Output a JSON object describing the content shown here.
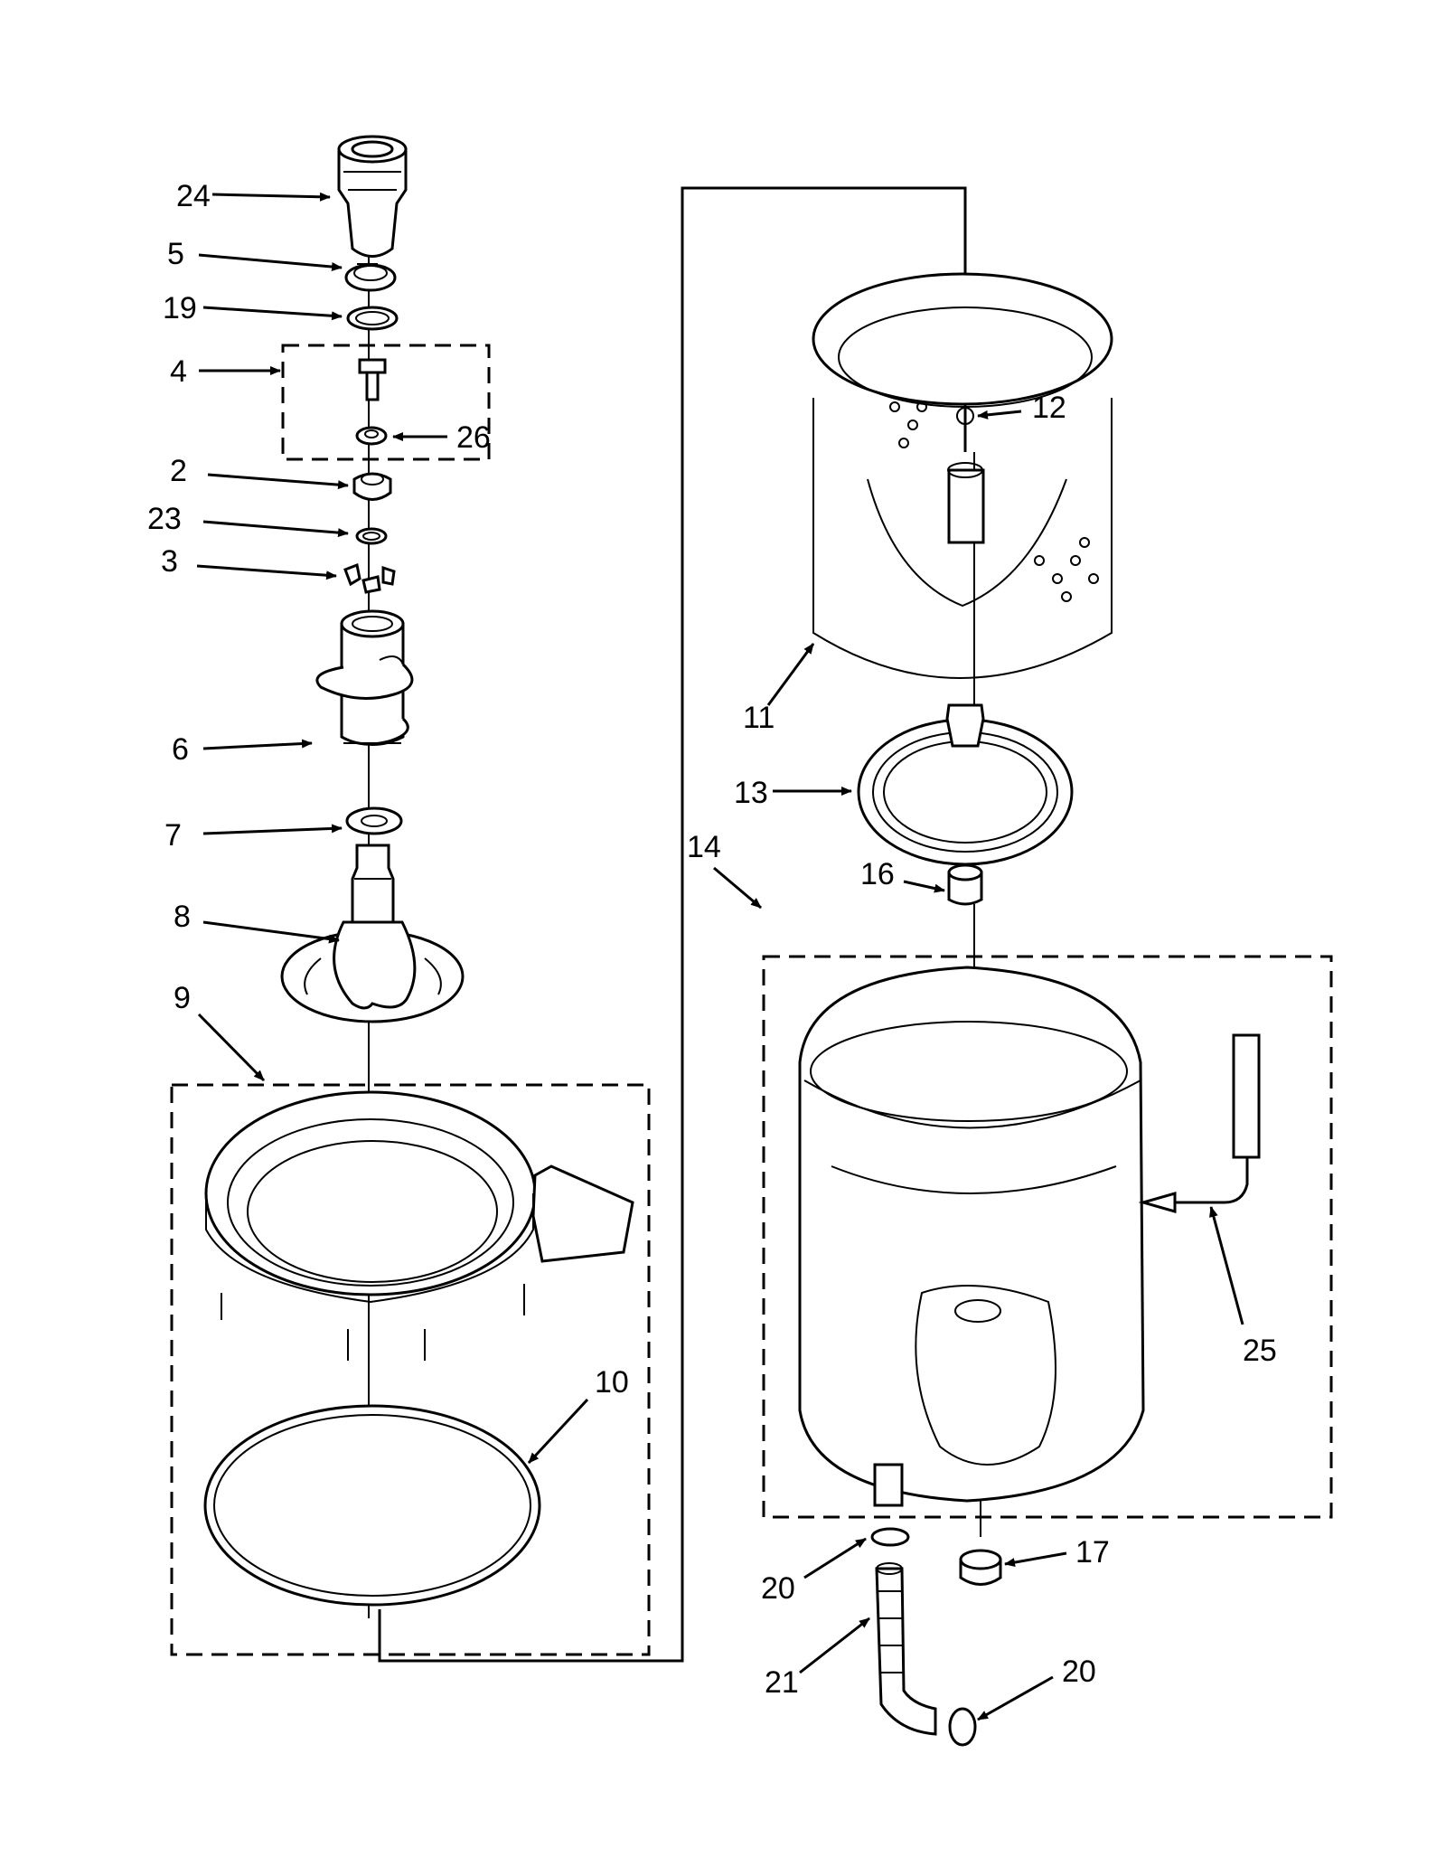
{
  "diagram": {
    "labels": {
      "p24": "24",
      "p5": "5",
      "p19": "19",
      "p4": "4",
      "p26": "26",
      "p2": "2",
      "p23": "23",
      "p3": "3",
      "p6": "6",
      "p7": "7",
      "p8": "8",
      "p9": "9",
      "p10": "10",
      "p11": "11",
      "p12": "12",
      "p13": "13",
      "p14": "14",
      "p16": "16",
      "p25": "25",
      "p17": "17",
      "p20a": "20",
      "p21": "21",
      "p20b": "20"
    }
  }
}
